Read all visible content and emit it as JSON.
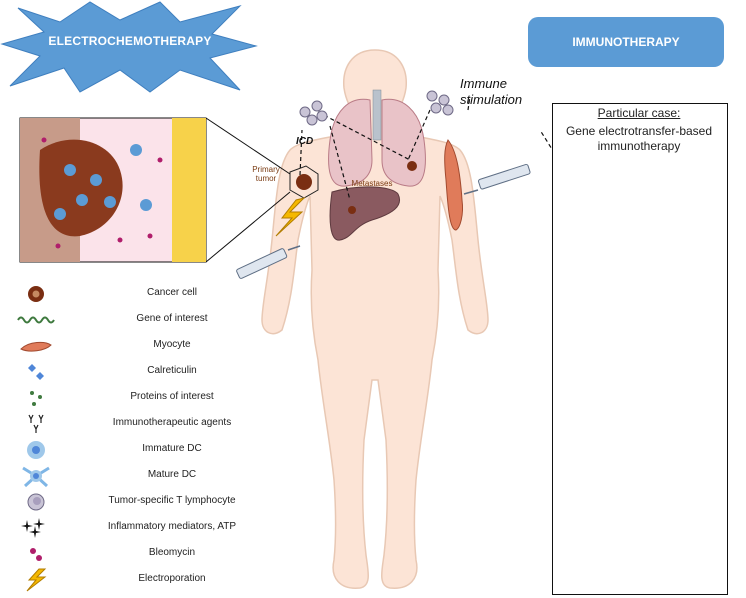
{
  "headers": {
    "electrochemotherapy": "ELECTROCHEMOTHERAPY",
    "immunotherapy": "IMMUNOTHERAPY"
  },
  "body_labels": {
    "immune_stimulation_line1": "Immune",
    "immune_stimulation_line2": "stimulation",
    "icd": "ICD",
    "primary_tumor_line1": "Primary",
    "primary_tumor_line2": "tumor",
    "metastases": "Metastases"
  },
  "case_panel": {
    "title": "Particular case:",
    "subtitle_line1": "Gene electrotransfer-based",
    "subtitle_line2": "immunotherapy"
  },
  "legend": [
    {
      "icon": "cancer-cell-icon",
      "label": "Cancer cell"
    },
    {
      "icon": "gene-of-interest-icon",
      "label": "Gene of interest"
    },
    {
      "icon": "myocyte-icon",
      "label": "Myocyte"
    },
    {
      "icon": "calreticulin-icon",
      "label": "Calreticulin"
    },
    {
      "icon": "proteins-of-interest-icon",
      "label": "Proteins of interest"
    },
    {
      "icon": "immunotherapeutic-agents-icon",
      "label": "Immunotherapeutic agents"
    },
    {
      "icon": "immature-dc-icon",
      "label": "Immature DC"
    },
    {
      "icon": "mature-dc-icon",
      "label": "Mature DC"
    },
    {
      "icon": "t-lymphocyte-icon",
      "label": "Tumor-specific T lymphocyte"
    },
    {
      "icon": "inflammatory-mediators-icon",
      "label": "Inflammatory mediators, ATP"
    },
    {
      "icon": "bleomycin-icon",
      "label": "Bleomycin"
    },
    {
      "icon": "electroporation-icon",
      "label": "Electroporation"
    }
  ],
  "colors": {
    "header_blue": "#5b9bd5",
    "skin": "#fce4d6",
    "muscle": "#e07b5a",
    "tumor": "#7a2e12",
    "calreticulin": "#4f86d8",
    "lightning": "#f5b800"
  }
}
